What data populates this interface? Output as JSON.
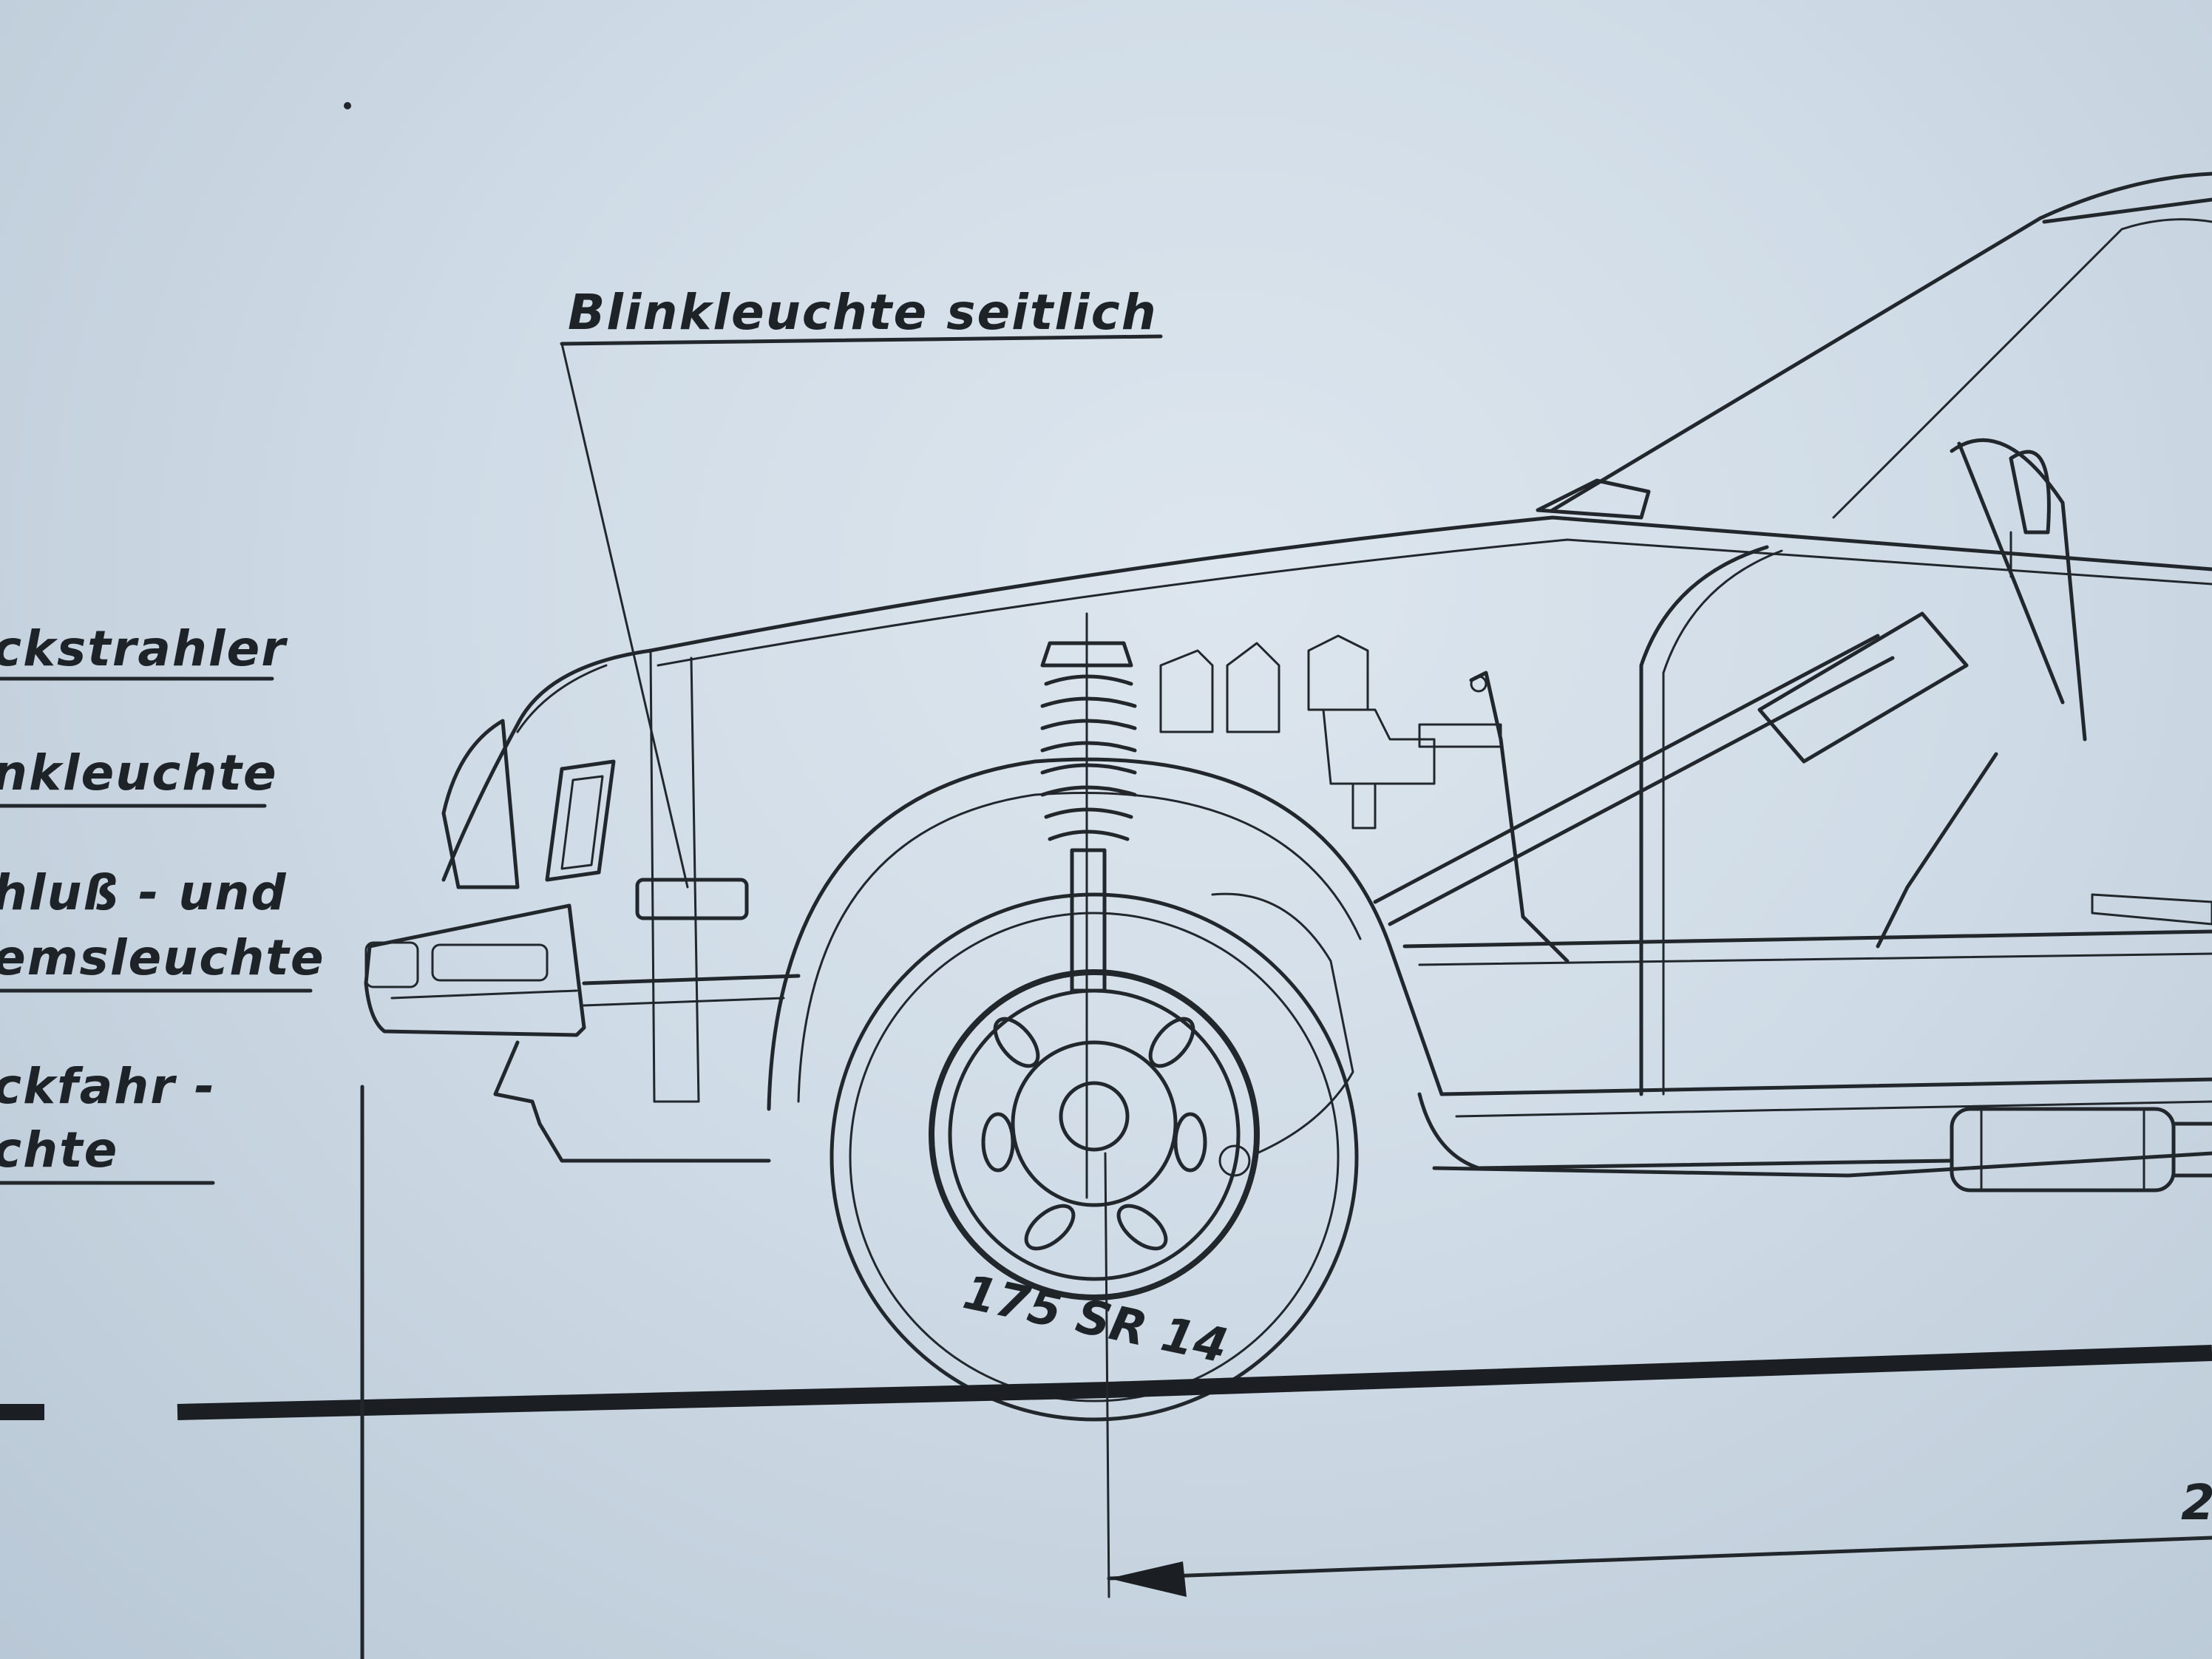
{
  "labels": {
    "blinkleuchte_seitlich": "Blinkleuchte seitlich",
    "rueckstrahler": "ckstrahler",
    "blinkleuchte": "nkleuchte",
    "schluss_und_line1": "hluß - und",
    "bremsleuchte_line2": "emsleuchte",
    "rueckfahr_line1": "ckfahr -",
    "leuchte_line2": "chte",
    "tire_size": "175 SR 14",
    "dimension_partial": "2"
  },
  "colors": {
    "paper": "#d7e1ea",
    "ink": "#22272c",
    "ground_line": "#1b1f23"
  }
}
